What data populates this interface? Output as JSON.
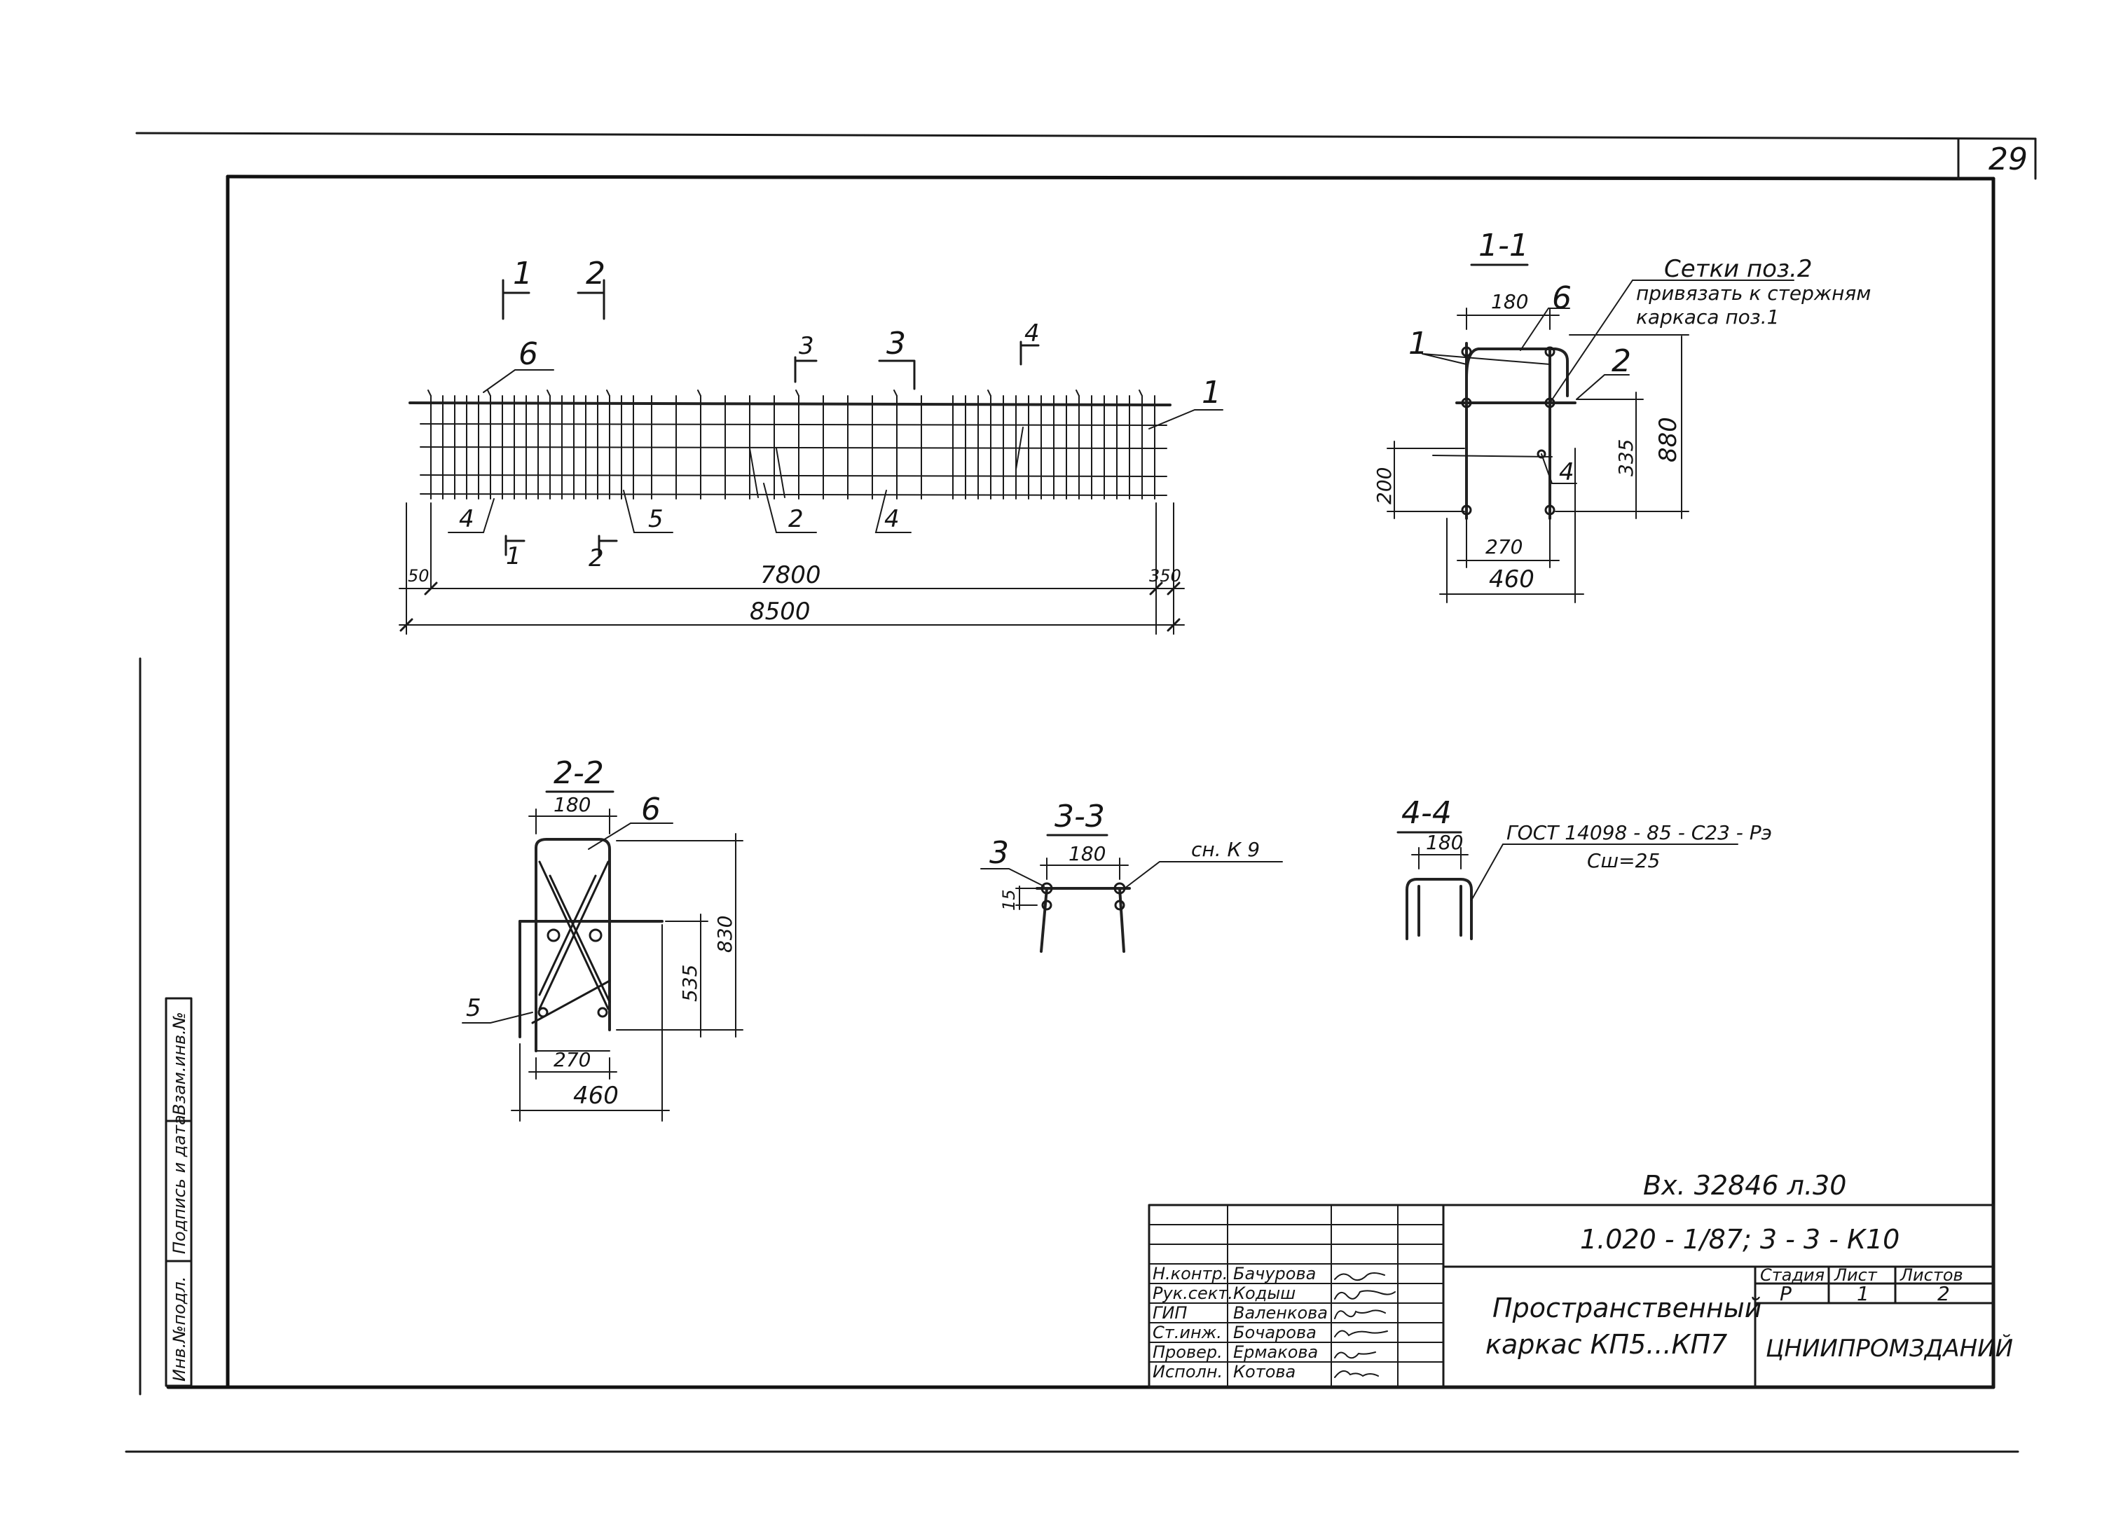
{
  "sheet": {
    "page_number": "29",
    "registration_note": "Вх. 32846 л.30",
    "side_stamp": [
      "Инв.№подл.",
      "Подпись и дата",
      "Взам.инв.№"
    ]
  },
  "views": {
    "main": {
      "section_marks": [
        "1",
        "2",
        "3",
        "3",
        "4",
        "1",
        "2"
      ],
      "position_labels": [
        "6",
        "1",
        "4",
        "5",
        "2",
        "4"
      ],
      "dims": {
        "d1": "50",
        "d2": "7800",
        "d3": "350",
        "total": "8500"
      }
    },
    "section_1_1": {
      "title": "1-1",
      "labels": [
        "1",
        "6",
        "2",
        "4"
      ],
      "note_lines": [
        "Сетки поз.2",
        "привязать к стержням",
        "каркаса поз.1"
      ],
      "dims": {
        "top": "180",
        "left": "200",
        "right1": "335",
        "right2": "880",
        "inner": "270",
        "width": "460"
      }
    },
    "section_2_2": {
      "title": "2-2",
      "labels": [
        "6",
        "5"
      ],
      "dims": {
        "top": "180",
        "inner": "270",
        "width": "460",
        "h1": "535",
        "h2": "830"
      }
    },
    "section_3_3": {
      "title": "3-3",
      "labels": [
        "3"
      ],
      "note": "сн. К 9",
      "dims": {
        "top": "180",
        "side": "15"
      }
    },
    "section_4_4": {
      "title": "4-4",
      "dims": {
        "top": "180"
      },
      "note_lines": [
        "ГОСТ 14098 - 85 - С23 - Рэ",
        "Сш=25"
      ]
    }
  },
  "title_block": {
    "document_code": "1.020 - 1/87; 3 - 3 - К10",
    "title_lines": [
      "Пространственный",
      "каркас КП5...КП7"
    ],
    "headers": {
      "stage": "Стадия",
      "sheet": "Лист",
      "sheets": "Листов"
    },
    "values": {
      "stage": "Р",
      "sheet": "1",
      "sheets": "2"
    },
    "organization": "ЦНИИПРОМЗДАНИЙ",
    "staff": [
      {
        "role": "Н.контр.",
        "name": "Бачурова"
      },
      {
        "role": "Рук.сект.",
        "name": "Кодыш"
      },
      {
        "role": "ГИП",
        "name": "Валенкова"
      },
      {
        "role": "Ст.инж.",
        "name": "Бочарова"
      },
      {
        "role": "Провер.",
        "name": "Ермакова"
      },
      {
        "role": "Исполн.",
        "name": "Котова"
      }
    ]
  }
}
